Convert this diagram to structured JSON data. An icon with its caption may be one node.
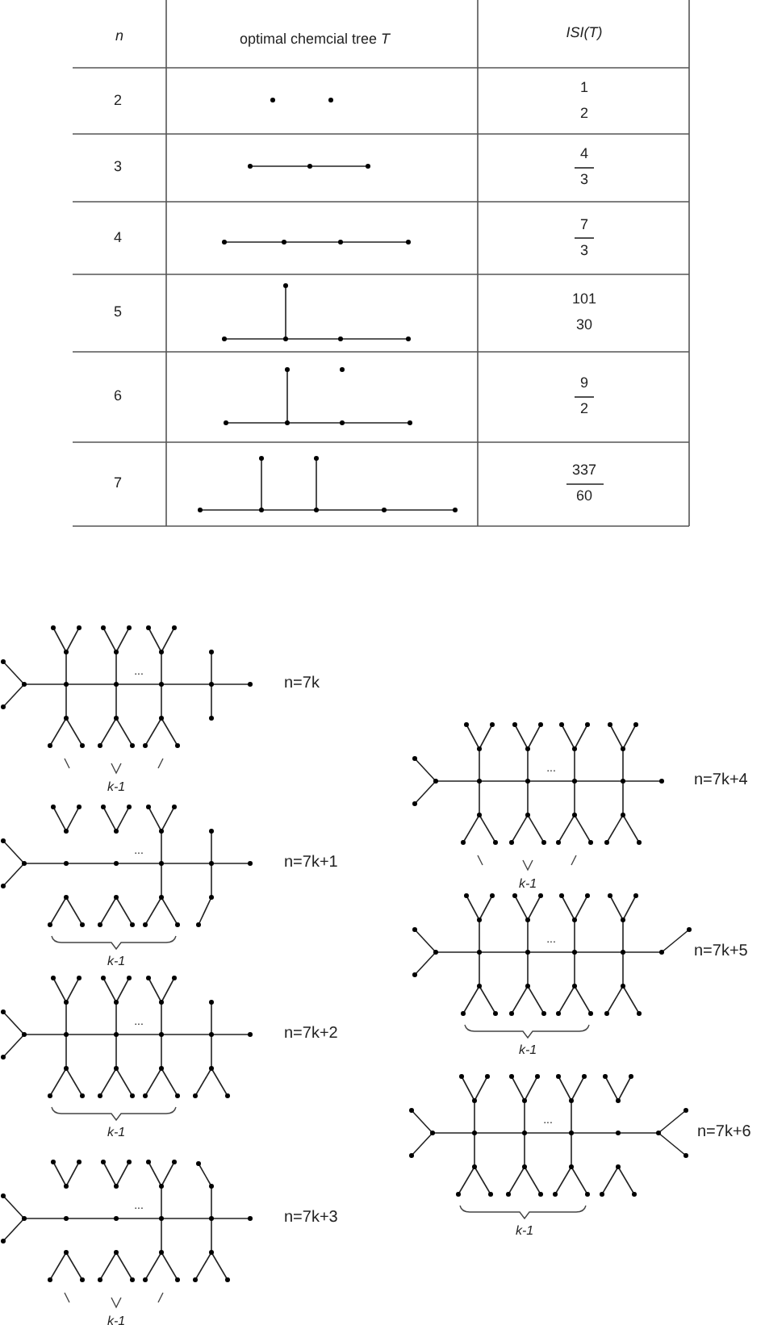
{
  "diagram": {
    "labels": [
      "n",
      "optimal chemcial tree *T*",
      "ISI(T)",
      "2",
      "1",
      "2",
      "3",
      "4",
      "3",
      "4",
      "7",
      "3",
      "5",
      "101",
      "30",
      "6",
      "9",
      "2",
      "7",
      "337",
      "60",
      "...",
      "n=7k",
      "k-1",
      "...",
      "n=7k+1",
      "k-1",
      "...",
      "n=7k+2",
      "k-1",
      "...",
      "n=7k+3",
      "k-1",
      "...",
      "n=7k+4",
      "k-1",
      "...",
      "n=7k+5",
      "k-1",
      "...",
      "n=7k+6",
      "k-1"
    ]
  }
}
